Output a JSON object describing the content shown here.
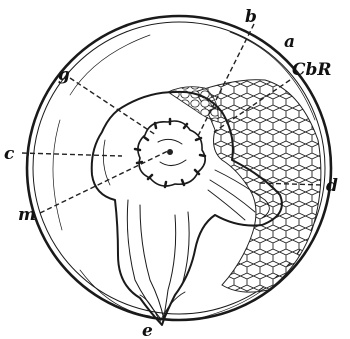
{
  "figure": {
    "labels": {
      "a": "a",
      "b": "b",
      "cbr": "CbR",
      "c": "c",
      "d": "d",
      "g": "g",
      "m": "m",
      "e": "e"
    }
  }
}
